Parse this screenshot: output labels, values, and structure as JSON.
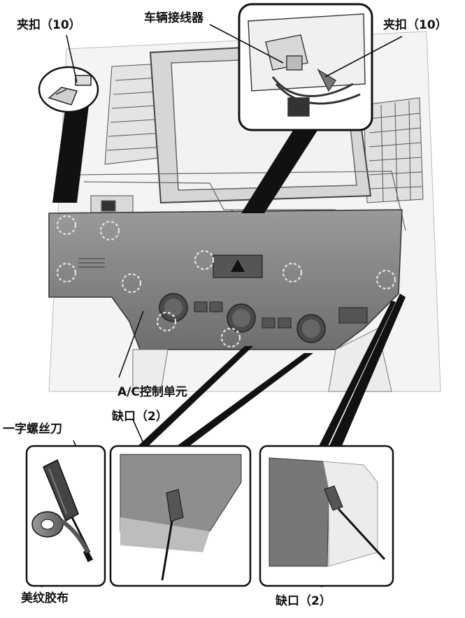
{
  "labels": {
    "clip_left": "夹扣（10）",
    "vehicle_connector": "车辆接线器",
    "clip_right": "夹扣（10）",
    "ac_control_unit": "A/C控制单元",
    "flathead_screwdriver": "一字螺丝刀",
    "notch_top": "缺口（2）",
    "masking_tape": "美纹胶布",
    "notch_bottom": "缺口（2）"
  },
  "icons": {
    "hazard": "hazard-triangle-icon",
    "clip_marker": "dashed-circle-clip-icon"
  },
  "colors": {
    "line": "#1a1a1a",
    "panel": "#8a8a8a",
    "panel_dark": "#6b6b6b",
    "dash": "#c8c8c8",
    "screen": "#f2f2f2"
  }
}
